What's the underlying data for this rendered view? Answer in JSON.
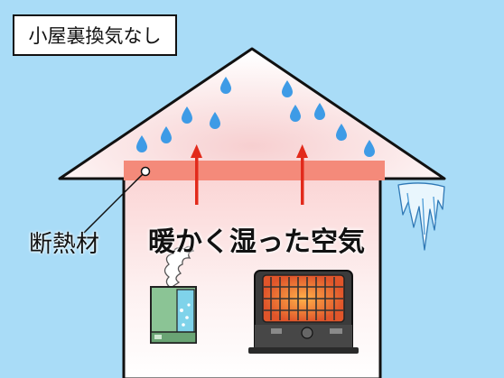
{
  "title": "小屋裏換気なし",
  "labels": {
    "warm_humid_air": "暖かく湿った空気",
    "insulation": "断熱材"
  },
  "colors": {
    "sky": "#a9dcf7",
    "roof_fill": "#f9dede",
    "insulation": "#f48a7a",
    "arrow": "#e22a1b",
    "droplet": "#3e9be6"
  },
  "icons": [
    "water-droplet-icon",
    "up-arrow-icon",
    "humidifier-icon",
    "heater-icon",
    "icicle-icon"
  ]
}
